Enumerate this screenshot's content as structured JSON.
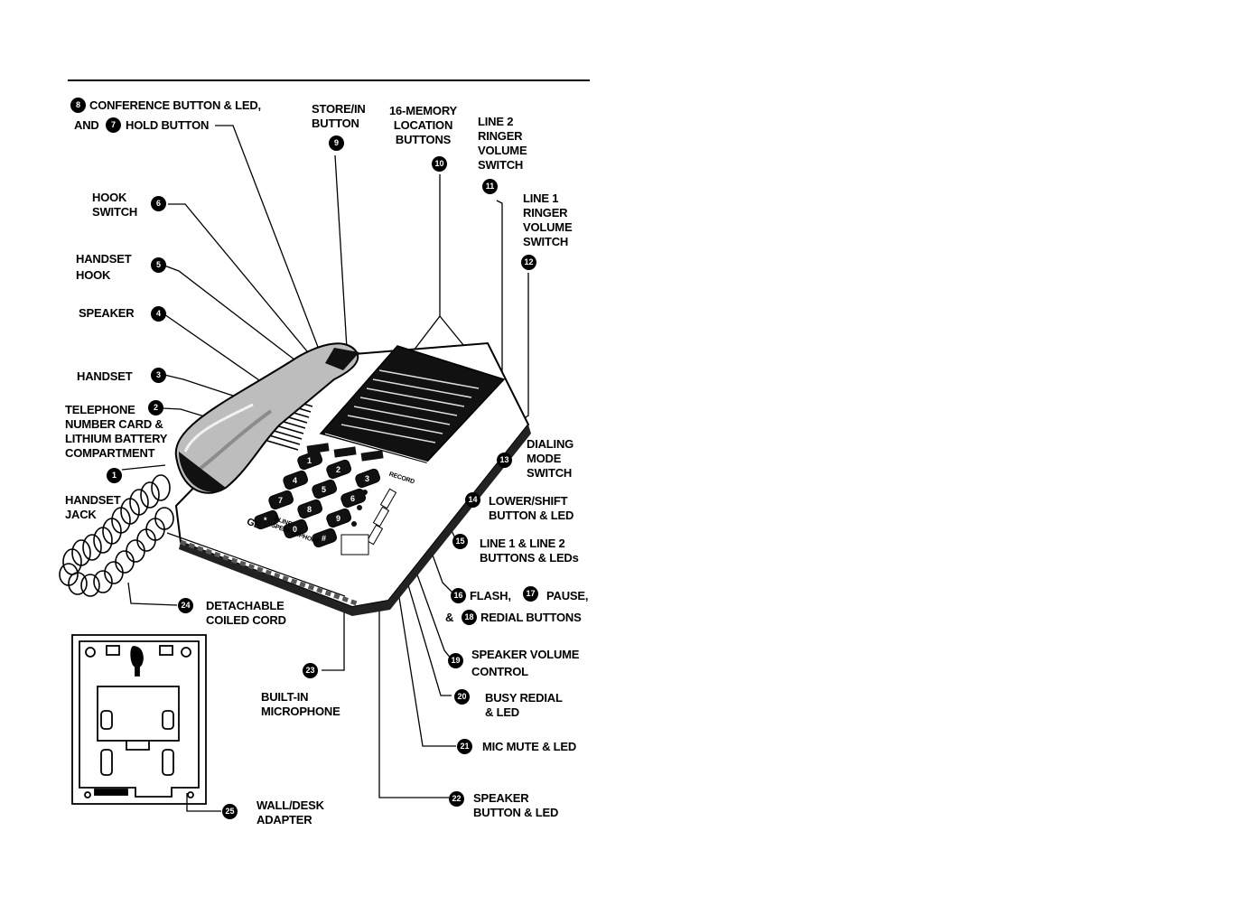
{
  "labels": {
    "conf_a": "CONFERENCE BUTTON & LED,",
    "conf_b1": "AND",
    "conf_b2": "HOLD BUTTON",
    "store": "STORE/IN\nBUTTON",
    "memory": "16-MEMORY\nLOCATION\nBUTTONS",
    "line2_ringer": "LINE 2\nRINGER\nVOLUME\nSWITCH",
    "line1_ringer": "LINE 1\nRINGER\nVOLUME\nSWITCH",
    "hook_switch": "HOOK\nSWITCH",
    "handset_hook": "HANDSET\nHOOK",
    "speaker": "SPEAKER",
    "handset": "HANDSET",
    "tel_card": "TELEPHONE\nNUMBER CARD &\nLITHIUM BATTERY\nCOMPARTMENT",
    "handset_jack": "HANDSET\nJACK",
    "dialing_mode": "DIALING\nMODE\nSWITCH",
    "lower_shift": "LOWER/SHIFT\nBUTTON & LED",
    "line_buttons": "LINE 1 & LINE 2\nBUTTONS & LEDs",
    "flash": "FLASH,",
    "pause": "PAUSE,",
    "amp": "&",
    "redial": "REDIAL BUTTONS",
    "coiled": "DETACHABLE\nCOILED CORD",
    "spk_vol": "SPEAKER VOLUME\nCONTROL",
    "busy": "BUSY REDIAL\n& LED",
    "builtin_mic": "BUILT-IN\nMICROPHONE",
    "mic_mute": "MIC MUTE & LED",
    "speaker_btn": "SPEAKER\nBUTTON & LED",
    "wall_desk": "WALL/DESK\nADAPTER"
  },
  "numbers": {
    "n1": "1",
    "n2": "2",
    "n3": "3",
    "n4": "4",
    "n5": "5",
    "n6": "6",
    "n7": "7",
    "n8": "8",
    "n9": "9",
    "n10": "10",
    "n11": "11",
    "n12": "12",
    "n13": "13",
    "n14": "14",
    "n15": "15",
    "n16": "16",
    "n17": "17",
    "n18": "18",
    "n19": "19",
    "n20": "20",
    "n21": "21",
    "n22": "22",
    "n23": "23",
    "n24": "24",
    "n25": "25"
  },
  "phone_text": {
    "brand": "GE",
    "model": "2 LINE\nSPEAKERPHONE",
    "recorded": "RECORD",
    "keys": [
      "1",
      "2",
      "3",
      "4",
      "5",
      "6",
      "7",
      "8",
      "9",
      "*",
      "0",
      "#"
    ]
  }
}
